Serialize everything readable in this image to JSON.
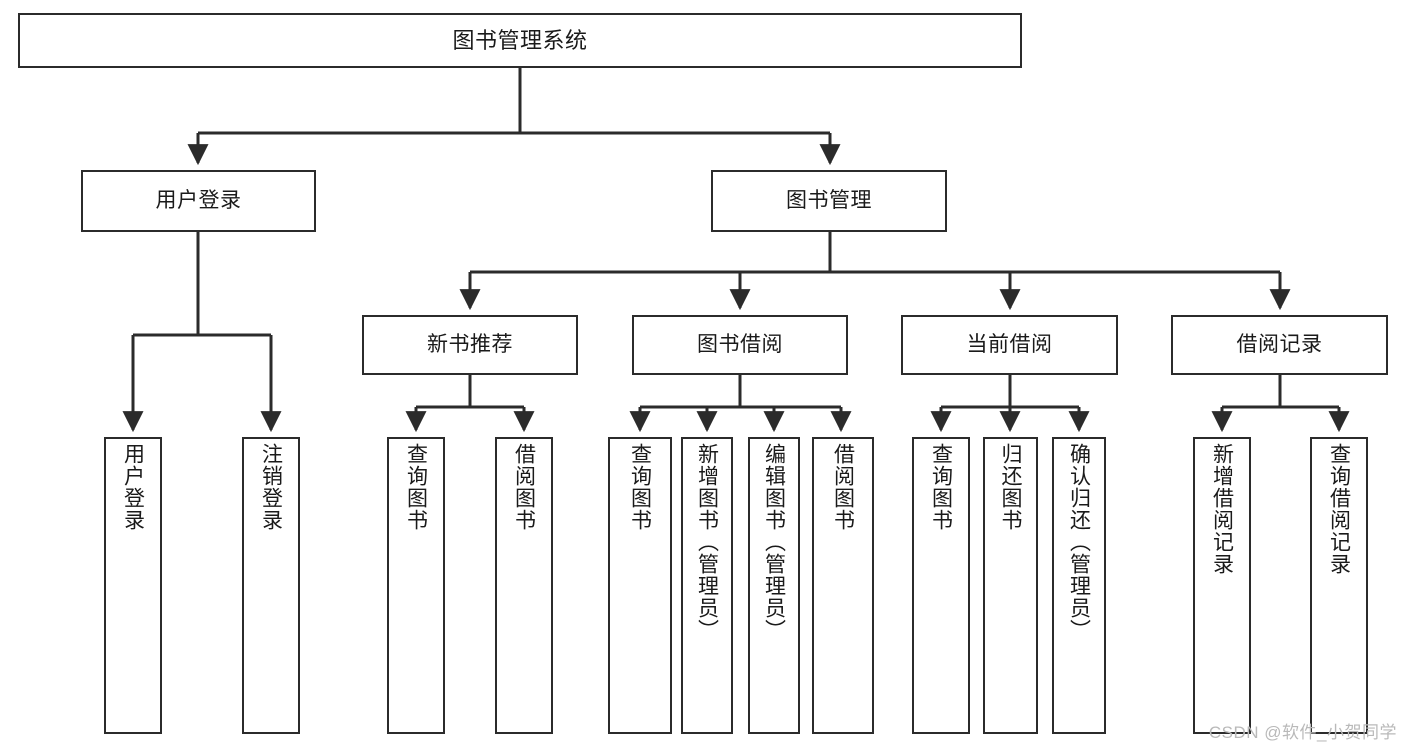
{
  "diagram": {
    "title": "图书管理系统",
    "type": "tree-hierarchy-chart",
    "watermark": "CSDN @软件_小贺同学",
    "colors": {
      "stroke": "#2b2b2b",
      "fill": "#ffffff",
      "text": "#1a1a1a",
      "watermark": "#b9b9b9"
    },
    "nodes": {
      "root": {
        "label": "图书管理系统"
      },
      "level2": [
        {
          "id": "user-login",
          "label": "用户登录"
        },
        {
          "id": "book-manage",
          "label": "图书管理"
        }
      ],
      "level3": [
        {
          "id": "new-book-rec",
          "label": "新书推荐"
        },
        {
          "id": "book-borrow",
          "label": "图书借阅"
        },
        {
          "id": "current-borrow",
          "label": "当前借阅"
        },
        {
          "id": "borrow-record",
          "label": "借阅记录"
        }
      ],
      "leaves": [
        {
          "id": "leaf-user-login",
          "label": "用户登录",
          "parent": "user-login"
        },
        {
          "id": "leaf-logout",
          "label": "注销登录",
          "parent": "user-login"
        },
        {
          "id": "leaf-query-book-1",
          "label": "查询图书",
          "parent": "new-book-rec"
        },
        {
          "id": "leaf-borrow-book-1",
          "label": "借阅图书",
          "parent": "new-book-rec"
        },
        {
          "id": "leaf-query-book-2",
          "label": "查询图书",
          "parent": "book-borrow"
        },
        {
          "id": "leaf-add-book",
          "label": "新增图书（管理员）",
          "parent": "book-borrow"
        },
        {
          "id": "leaf-edit-book",
          "label": "编辑图书（管理员）",
          "parent": "book-borrow"
        },
        {
          "id": "leaf-borrow-book-2",
          "label": "借阅图书",
          "parent": "book-borrow"
        },
        {
          "id": "leaf-query-book-3",
          "label": "查询图书",
          "parent": "current-borrow"
        },
        {
          "id": "leaf-return-book",
          "label": "归还图书",
          "parent": "current-borrow"
        },
        {
          "id": "leaf-confirm-return",
          "label": "确认归还（管理员）",
          "parent": "current-borrow"
        },
        {
          "id": "leaf-add-record",
          "label": "新增借阅记录",
          "parent": "borrow-record"
        },
        {
          "id": "leaf-query-record",
          "label": "查询借阅记录",
          "parent": "borrow-record"
        }
      ]
    }
  }
}
